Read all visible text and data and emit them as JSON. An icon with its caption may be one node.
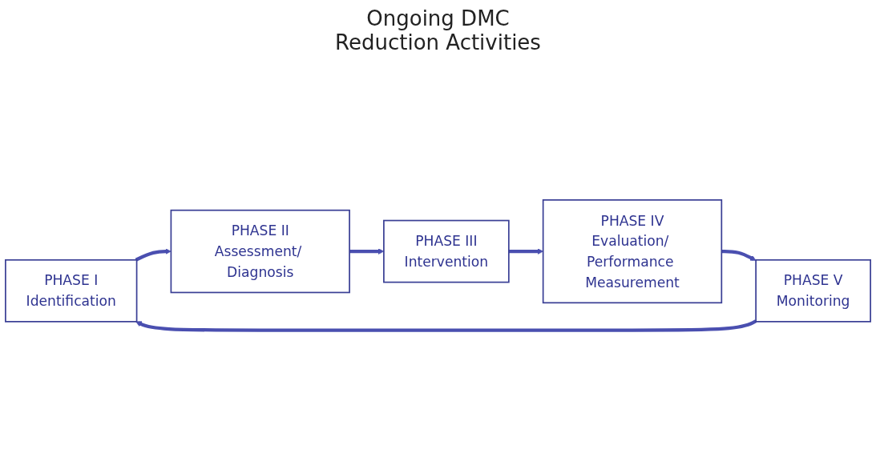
{
  "diagram": {
    "nodes": [
      {
        "text": [
          "PHASE I",
          "Identification"
        ]
      },
      {
        "text": [
          "PHASE II",
          "Assessment/ Diagnosis"
        ]
      },
      {
        "text": [
          "PHASE III",
          "Intervention"
        ]
      },
      {
        "text": [
          "PHASE IV",
          "Evaluation/ Performance Measurement"
        ]
      },
      {
        "text": [
          "PHASE V",
          "Monitoring"
        ]
      }
    ],
    "edges": [
      {
        "from": 0,
        "to": 1,
        "arrow": "to"
      },
      {
        "from": 1,
        "to": 2,
        "arrow": "to"
      },
      {
        "from": 2,
        "to": 3,
        "arrow": "to"
      },
      {
        "from": 3,
        "to": 4,
        "arrow": "to"
      },
      {
        "from": 4,
        "to": 0,
        "arrow": "to"
      }
    ],
    "labels": [
      "Ongoing DMC Reduction Activities"
    ]
  }
}
